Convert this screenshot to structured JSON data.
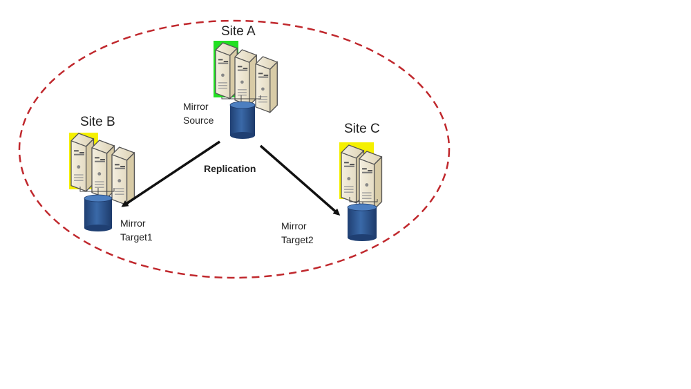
{
  "diagram": {
    "title": "",
    "boundary": {
      "style": "dashed-ellipse",
      "color": "#c0282d"
    },
    "colors": {
      "site_a_highlight": "#22e022",
      "site_bc_highlight": "#f5f000",
      "server_body": "#ece4cf",
      "server_side": "#d4c8a8",
      "database": "#2e5a95",
      "arrow": "#111111"
    },
    "sites": [
      {
        "id": "A",
        "title": "Site A",
        "role": "source",
        "servers": 3,
        "db_label_line1": "Mirror",
        "db_label_line2": "Source"
      },
      {
        "id": "B",
        "title": "Site B",
        "role": "target",
        "servers": 3,
        "db_label_line1": "Mirror",
        "db_label_line2": "Target1"
      },
      {
        "id": "C",
        "title": "Site C",
        "role": "target",
        "servers": 2,
        "db_label_line1": "Mirror",
        "db_label_line2": "Target2"
      }
    ],
    "edges": [
      {
        "from": "A",
        "to": "B"
      },
      {
        "from": "A",
        "to": "C"
      }
    ],
    "edge_label": "Replication"
  }
}
